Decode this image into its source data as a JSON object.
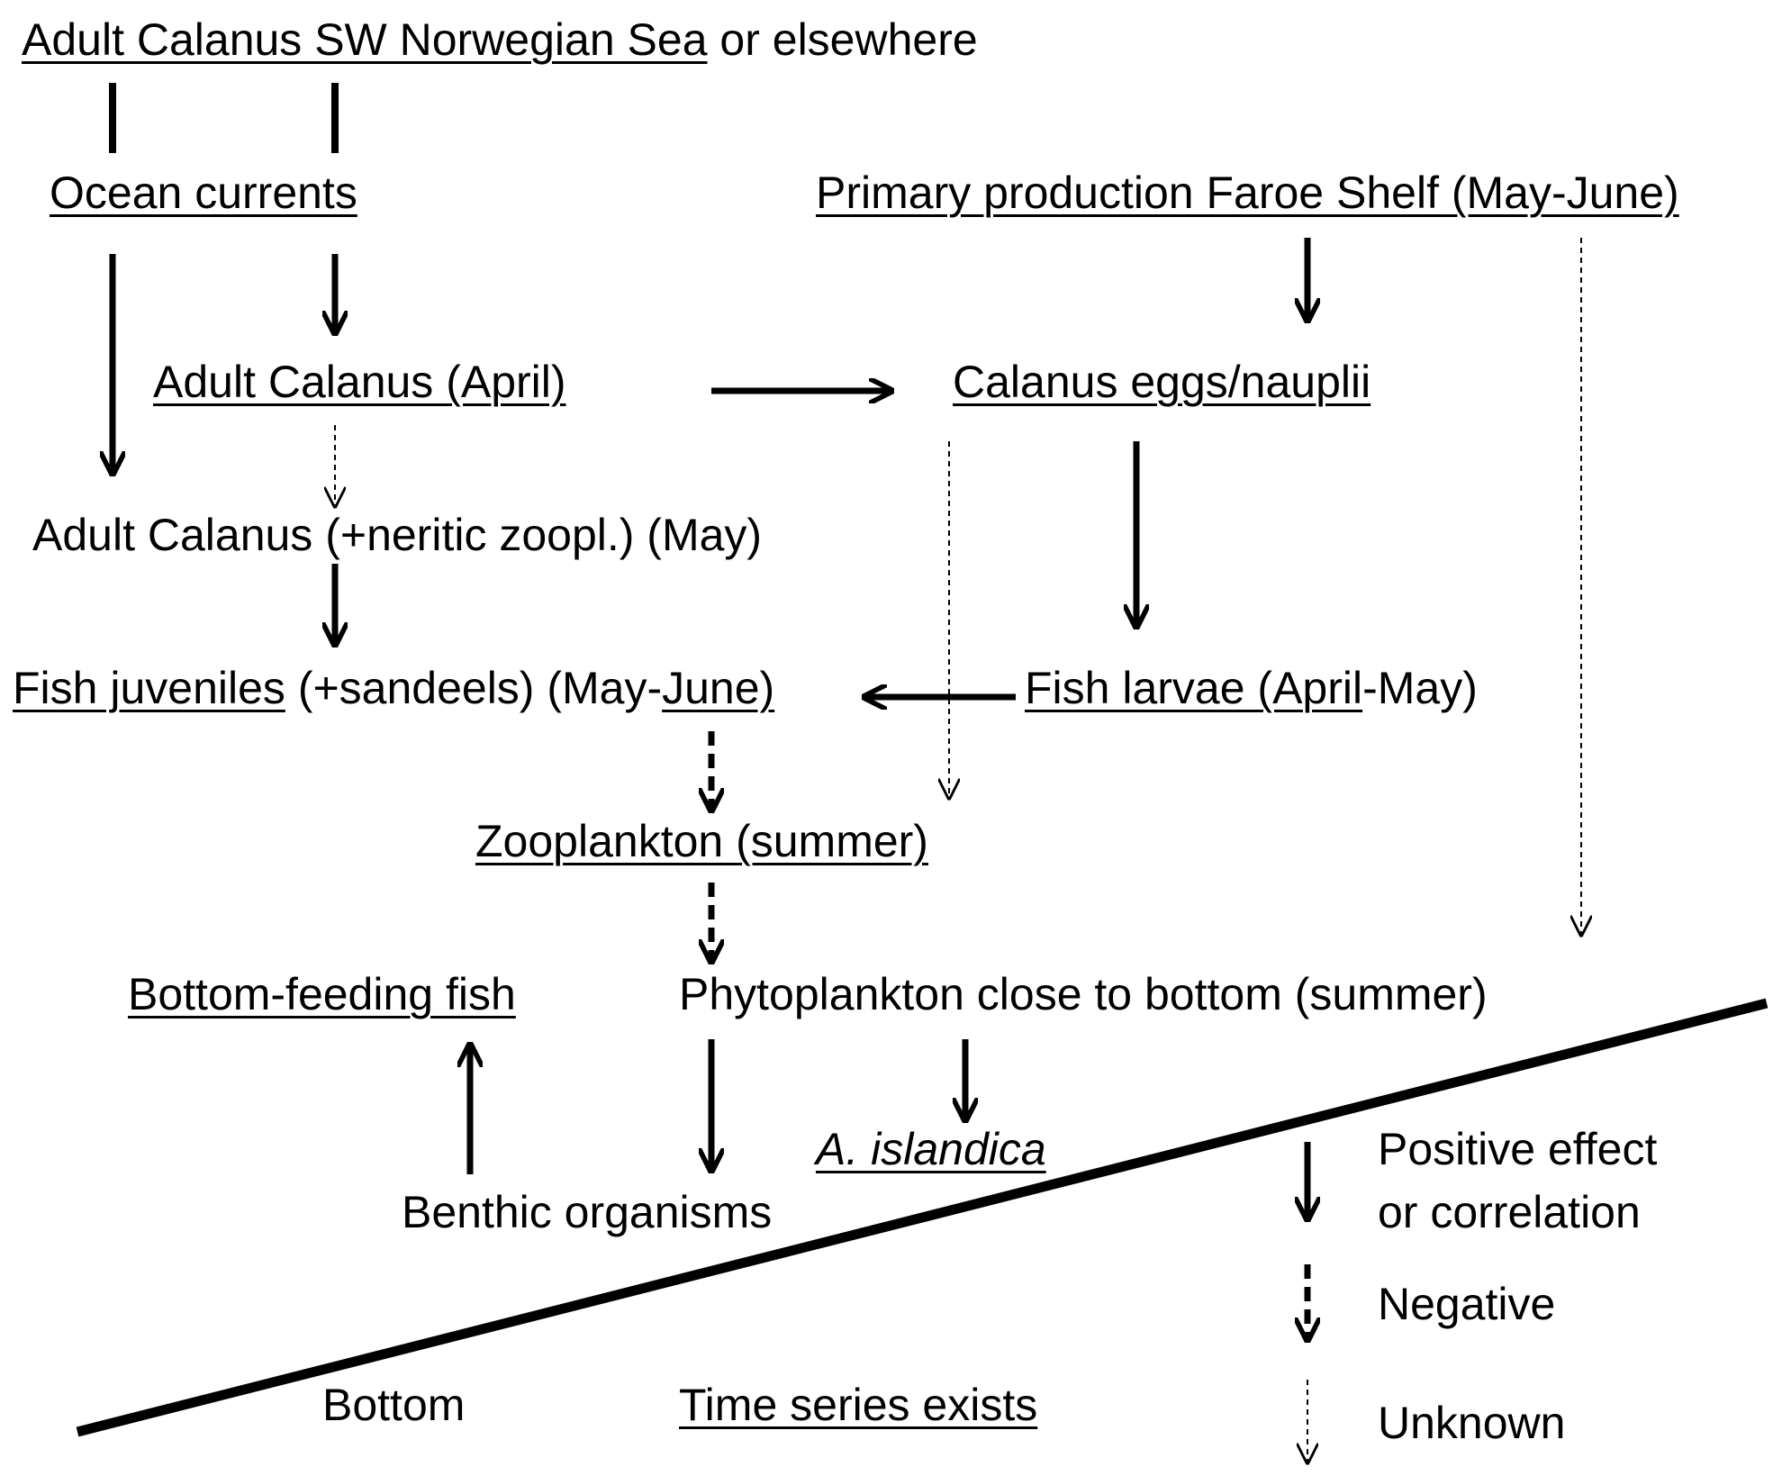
{
  "labels": {
    "adult_calanus_sw_underlined": "Adult Calanus SW Norwegian Sea",
    "adult_calanus_sw_rest": "or elsewhere",
    "ocean_currents": "Ocean currents",
    "primary_production": "Primary production Faroe Shelf (May-June)",
    "adult_calanus_april": "Adult Calanus (April)",
    "calanus_eggs": "Calanus eggs/nauplii",
    "adult_calanus_may_a": "Adult Calanus",
    "adult_calanus_may_b": "(+neritic zoopl.) (May)",
    "fish_juveniles_a": "Fish juveniles",
    "fish_juveniles_b": "(+sandeels) (May-",
    "fish_juveniles_c": "June)",
    "fish_larvae_a": "Fish larvae (April",
    "fish_larvae_b": "-May)",
    "zooplankton": "Zooplankton (summer)",
    "bottom_feeding_fish": "Bottom-feeding fish",
    "phytoplankton": "Phytoplankton close to bottom (summer)",
    "a_islandica": "A. islandica",
    "benthic": "Benthic organisms",
    "bottom": "Bottom",
    "time_series": "Time series exists"
  },
  "legend": {
    "positive_line1": "Positive effect",
    "positive_line2": "or correlation",
    "negative": "Negative",
    "unknown": "Unknown"
  },
  "colors": {
    "line": "#000000",
    "background": "#ffffff"
  }
}
